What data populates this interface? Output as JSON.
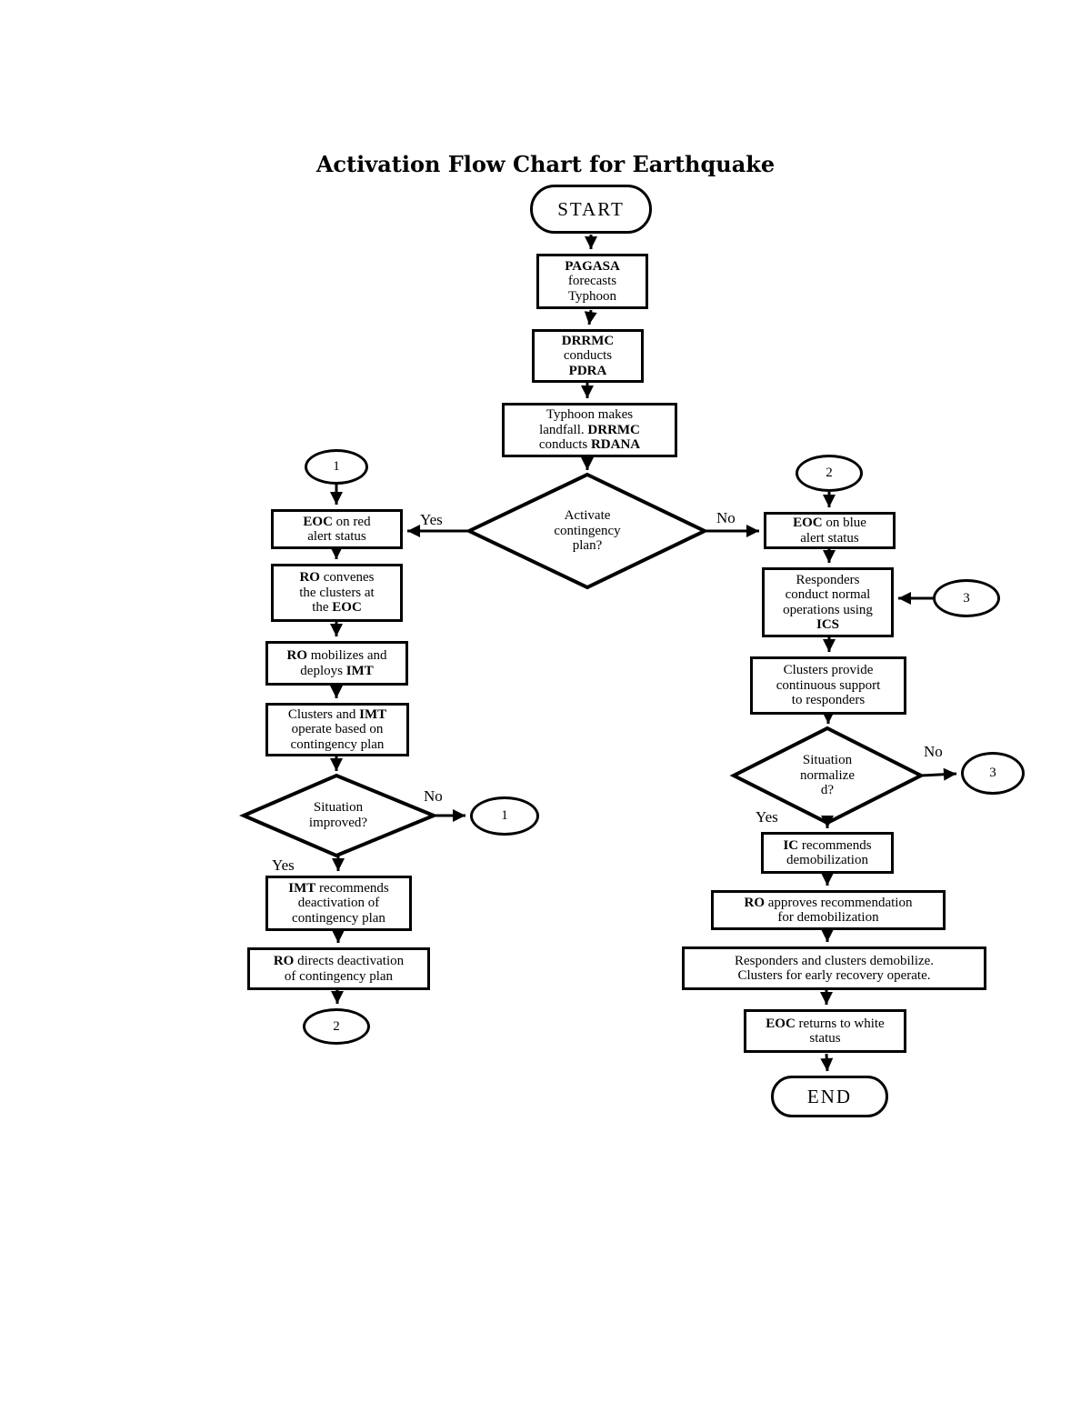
{
  "title": "Activation Flow Chart for Earthquake",
  "colors": {
    "ink": "#000000",
    "background": "#ffffff"
  },
  "nodes": {
    "start": {
      "label": "START"
    },
    "pagasa": {
      "l1": "PAGASA",
      "l2": "forecasts",
      "l3": "Typhoon"
    },
    "drrmc_pdra": {
      "l1": "DRRMC",
      "l2": "conducts",
      "l3": "PDRA"
    },
    "landfall": {
      "l1": "Typhoon makes",
      "l2a": "landfall. ",
      "l2b": "DRRMC",
      "l3a": "conducts ",
      "l3b": "RDANA"
    },
    "activate_plan": {
      "l1": "Activate",
      "l2": "contingency",
      "l3": "plan?"
    },
    "connector_1_top": {
      "label": "1"
    },
    "eoc_red": {
      "l1b": "EOC",
      "l1": " on red",
      "l2": "alert status"
    },
    "ro_convenes": {
      "l1b": "RO",
      "l1": " convenes",
      "l2": "the clusters at",
      "l3a": "the ",
      "l3b": "EOC"
    },
    "ro_mobilizes": {
      "l1b": "RO",
      "l1": " mobilizes and",
      "l2a": "deploys ",
      "l2b": "IMT"
    },
    "clusters_imt": {
      "l1a": "Clusters and ",
      "l1b": "IMT",
      "l2": "operate based on",
      "l3": "contingency plan"
    },
    "situation_improved": {
      "l1": "Situation",
      "l2": "improved?"
    },
    "connector_1_right": {
      "label": "1"
    },
    "imt_recommends": {
      "l1b": "IMT",
      "l1": " recommends",
      "l2": "deactivation of",
      "l3": "contingency plan"
    },
    "ro_directs": {
      "l1b": "RO",
      "l1": " directs deactivation",
      "l2": "of contingency plan"
    },
    "connector_2_bottom": {
      "label": "2"
    },
    "connector_2_top": {
      "label": "2"
    },
    "eoc_blue": {
      "l1b": "EOC",
      "l1": " on blue",
      "l2": "alert status"
    },
    "responders_ics": {
      "l1": "Responders",
      "l2": "conduct normal",
      "l3": "operations using",
      "l4b": "ICS"
    },
    "connector_3_right": {
      "label": "3"
    },
    "clusters_support": {
      "l1": "Clusters provide",
      "l2": "continuous support",
      "l3": "to responders"
    },
    "situation_normalized": {
      "l1": "Situation",
      "l2": "normalize",
      "l3": "d?"
    },
    "connector_3_no": {
      "label": "3"
    },
    "ic_recommends": {
      "l1b": "IC",
      "l1": " recommends",
      "l2": "demobilization"
    },
    "ro_approves": {
      "l1b": "RO",
      "l1": " approves recommendation",
      "l2": "for demobilization"
    },
    "demobilize": {
      "l1": "Responders and clusters demobilize.",
      "l2": "Clusters for early recovery operate."
    },
    "eoc_white": {
      "l1b": "EOC",
      "l1": " returns to white",
      "l2": "status"
    },
    "end": {
      "label": "END"
    }
  },
  "edge_labels": {
    "activate_yes": "Yes",
    "activate_no": "No",
    "improved_no": "No",
    "improved_yes": "Yes",
    "normalized_no": "No",
    "normalized_yes": "Yes"
  }
}
